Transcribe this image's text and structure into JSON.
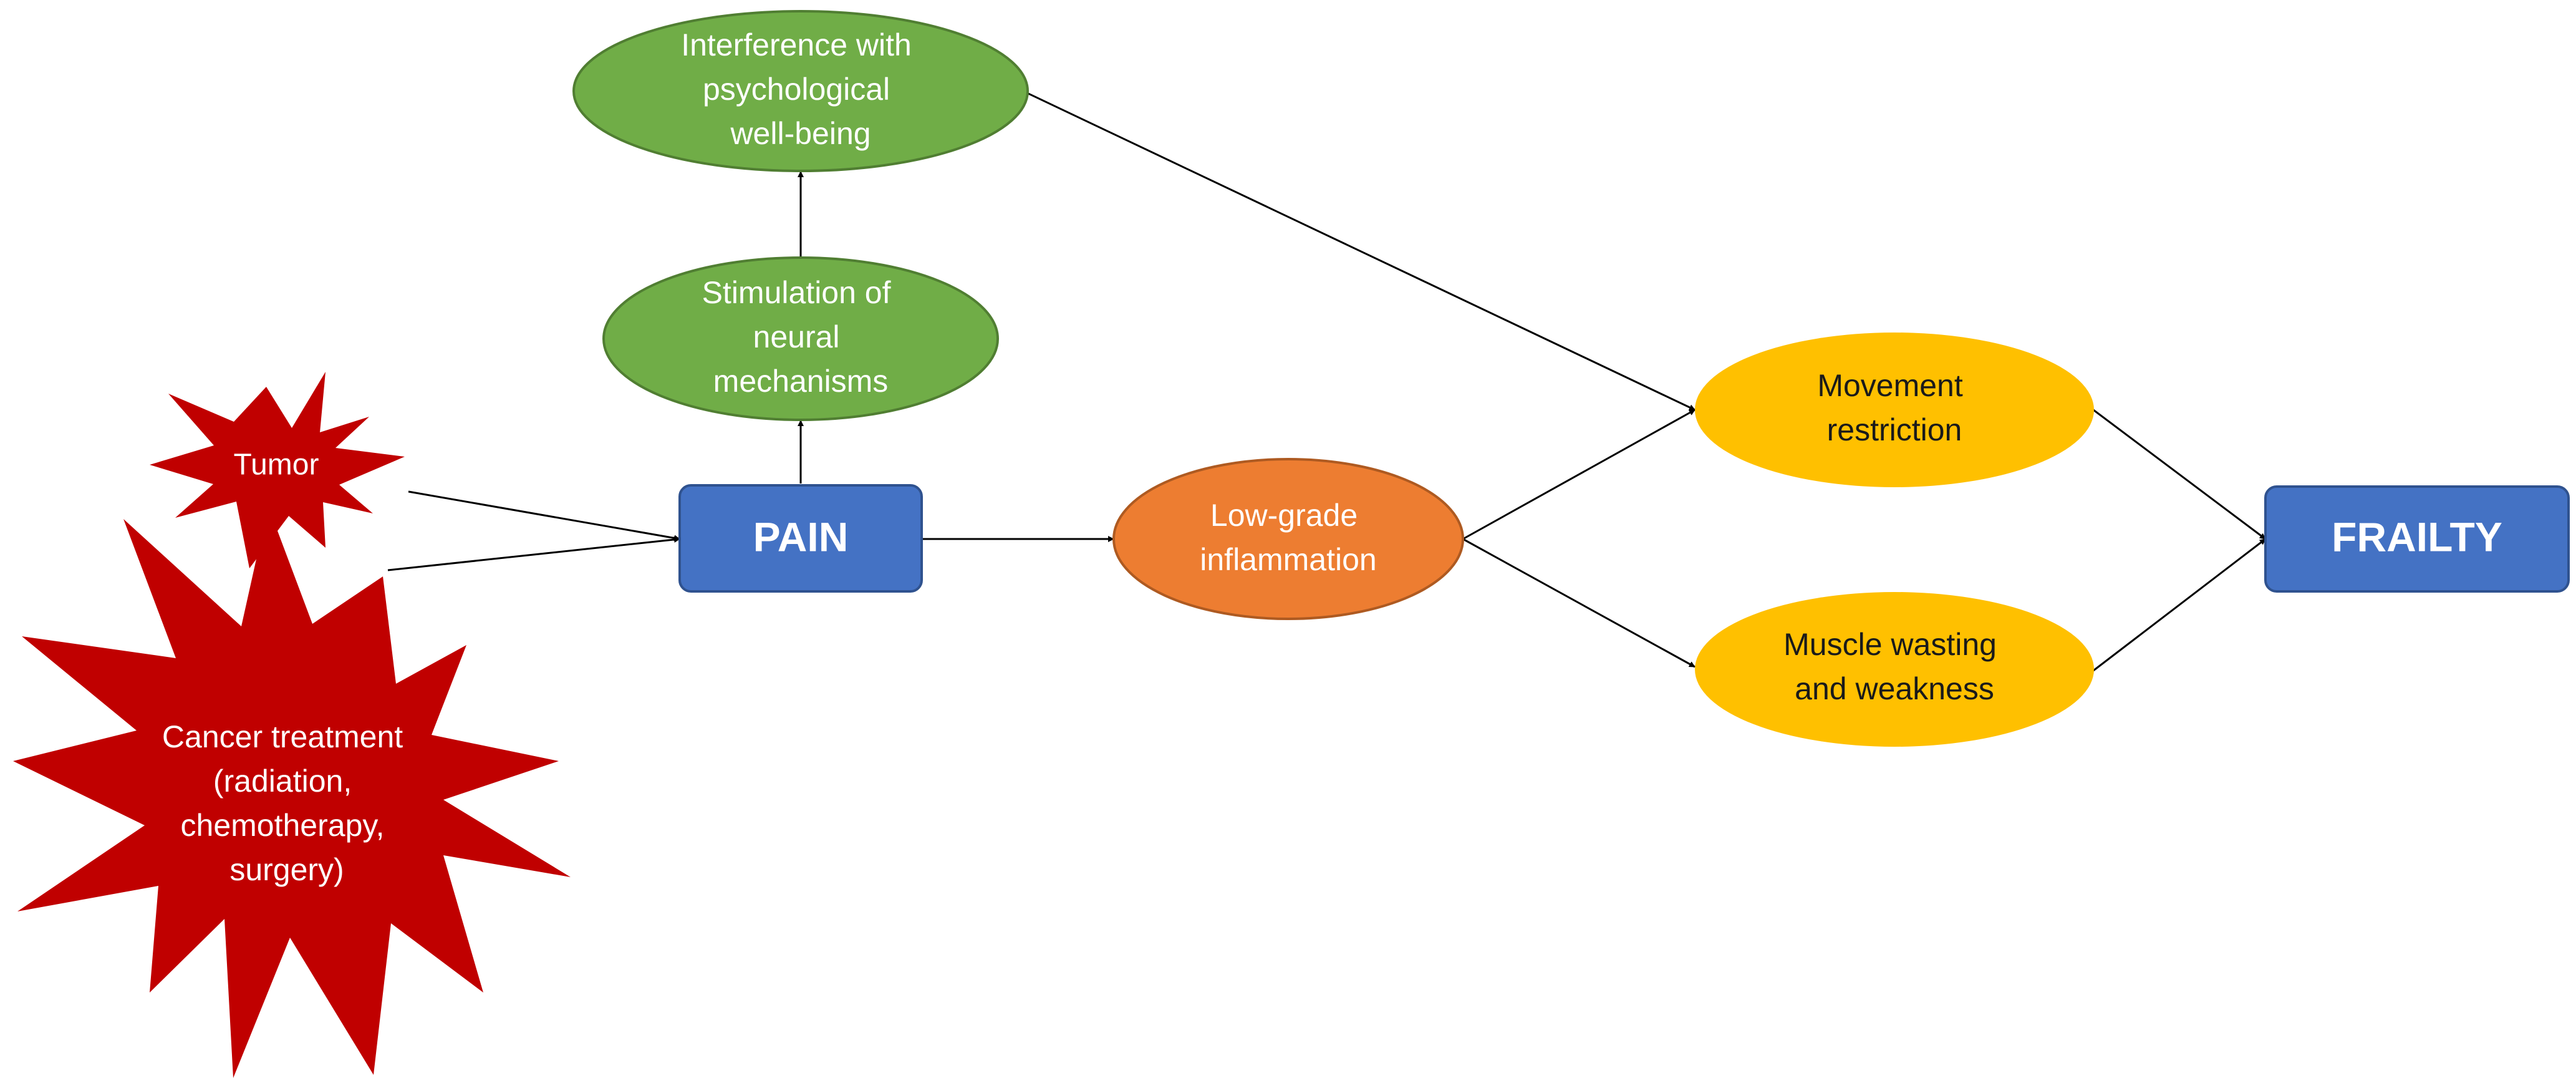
{
  "colors": {
    "green": "#70ad47",
    "green_stroke": "#507e32",
    "blue": "#4472c4",
    "blue_stroke": "#2f528f",
    "orange": "#ed7d31",
    "orange_stroke": "#ae5a21",
    "yellow": "#ffc000",
    "red": "#c00000",
    "arrow": "#000000"
  },
  "nodes": {
    "tumor": {
      "label": "Tumor"
    },
    "cancer_treatment": {
      "lines": [
        "Cancer treatment",
        "(radiation,",
        "chemotherapy,",
        "surgery)"
      ]
    },
    "pain": {
      "label": "PAIN"
    },
    "stimulation": {
      "lines": [
        "Stimulation of",
        "neural",
        "mechanisms"
      ]
    },
    "interference": {
      "lines": [
        "Interference with",
        "psychological",
        "well-being"
      ]
    },
    "inflammation": {
      "lines": [
        "Low-grade",
        "inflammation"
      ]
    },
    "movement": {
      "lines": [
        "Movement",
        "restriction"
      ]
    },
    "muscle": {
      "lines": [
        "Muscle wasting",
        "and weakness"
      ]
    },
    "frailty": {
      "label": "FRAILTY"
    }
  },
  "edges": [
    {
      "from": "tumor",
      "to": "pain"
    },
    {
      "from": "cancer_treatment",
      "to": "pain"
    },
    {
      "from": "pain",
      "to": "stimulation"
    },
    {
      "from": "stimulation",
      "to": "interference"
    },
    {
      "from": "pain",
      "to": "inflammation"
    },
    {
      "from": "interference",
      "to": "movement"
    },
    {
      "from": "inflammation",
      "to": "movement"
    },
    {
      "from": "inflammation",
      "to": "muscle"
    },
    {
      "from": "movement",
      "to": "frailty"
    },
    {
      "from": "muscle",
      "to": "frailty"
    }
  ]
}
